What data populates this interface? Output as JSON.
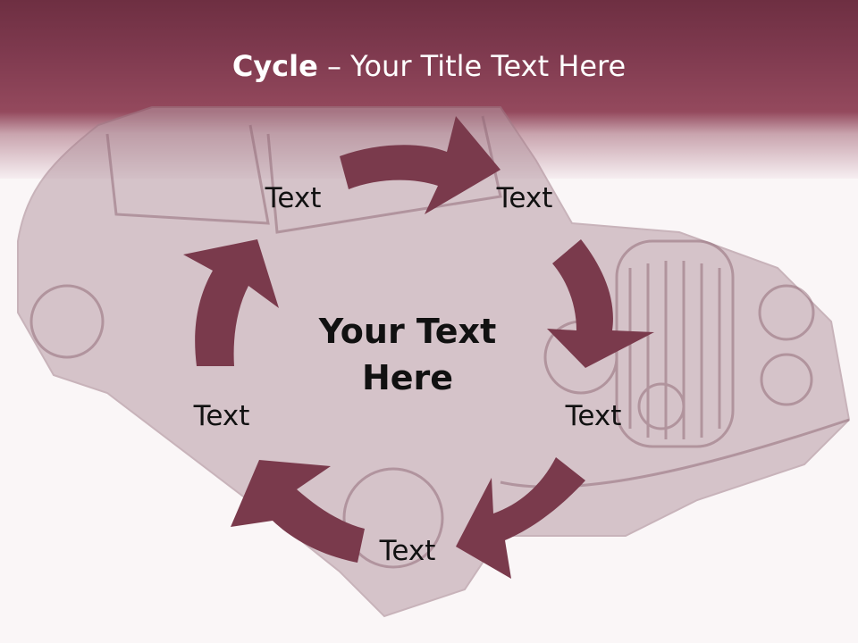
{
  "slide": {
    "title_bold": "Cycle",
    "title_rest": " – Your Title Text Here",
    "center_line1": "Your Text",
    "center_line2": "Here",
    "labels": [
      "Text",
      "Text",
      "Text",
      "Text",
      "Text"
    ]
  },
  "colors": {
    "arrow": "#7a3a4c",
    "title_band": "#7f3a4f",
    "car_silhouette": "#c9b3ba"
  },
  "background_image": "vintage-car"
}
